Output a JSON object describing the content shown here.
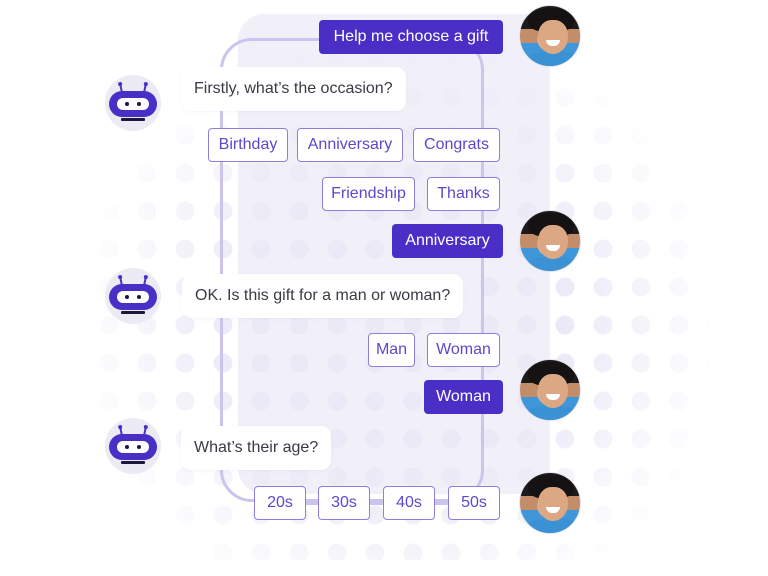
{
  "colors": {
    "accent": "#4a2fc6",
    "option_border": "#8f7fdc",
    "option_text": "#5b49c9",
    "frame": "#cbc4ee",
    "bot_bubble_text": "#3a3a44"
  },
  "conversation": {
    "user_messages": [
      {
        "text": "Help me choose a gift"
      },
      {
        "text": "Anniversary"
      },
      {
        "text": "Woman"
      }
    ],
    "bot_messages": [
      {
        "text": "Firstly, what’s the occasion?"
      },
      {
        "text": "OK. Is this gift for a man or woman?"
      },
      {
        "text": "What’s their age?"
      }
    ],
    "occasion_options": [
      "Birthday",
      "Anniversary",
      "Congrats",
      "Friendship",
      "Thanks"
    ],
    "gender_options": [
      "Man",
      "Woman"
    ],
    "age_options": [
      "20s",
      "30s",
      "40s",
      "50s"
    ]
  },
  "icons": {
    "bot_avatar": "robot-avatar-icon",
    "user_avatar": "user-photo-avatar"
  }
}
